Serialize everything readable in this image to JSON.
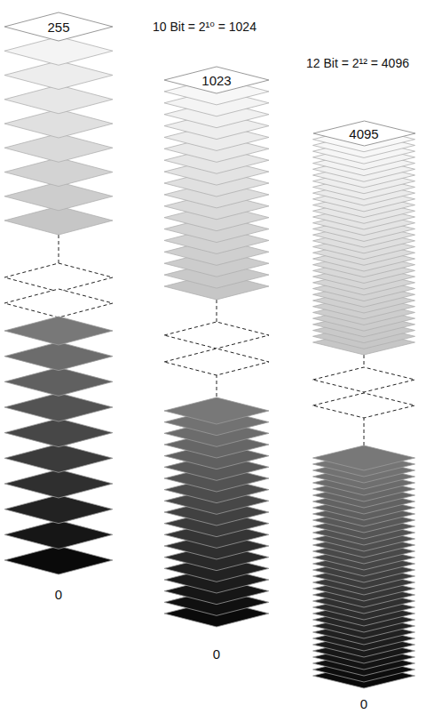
{
  "diagram": {
    "nodes": [
      {
        "text": [
          "255"
        ]
      },
      {
        "text": [
          "1023"
        ]
      },
      {
        "text": [
          "4095"
        ]
      }
    ],
    "labels": [
      "10 Bit = 2¹⁰ = 1024",
      "12 Bit = 2¹² = 4096",
      "0",
      "0",
      "0"
    ]
  }
}
